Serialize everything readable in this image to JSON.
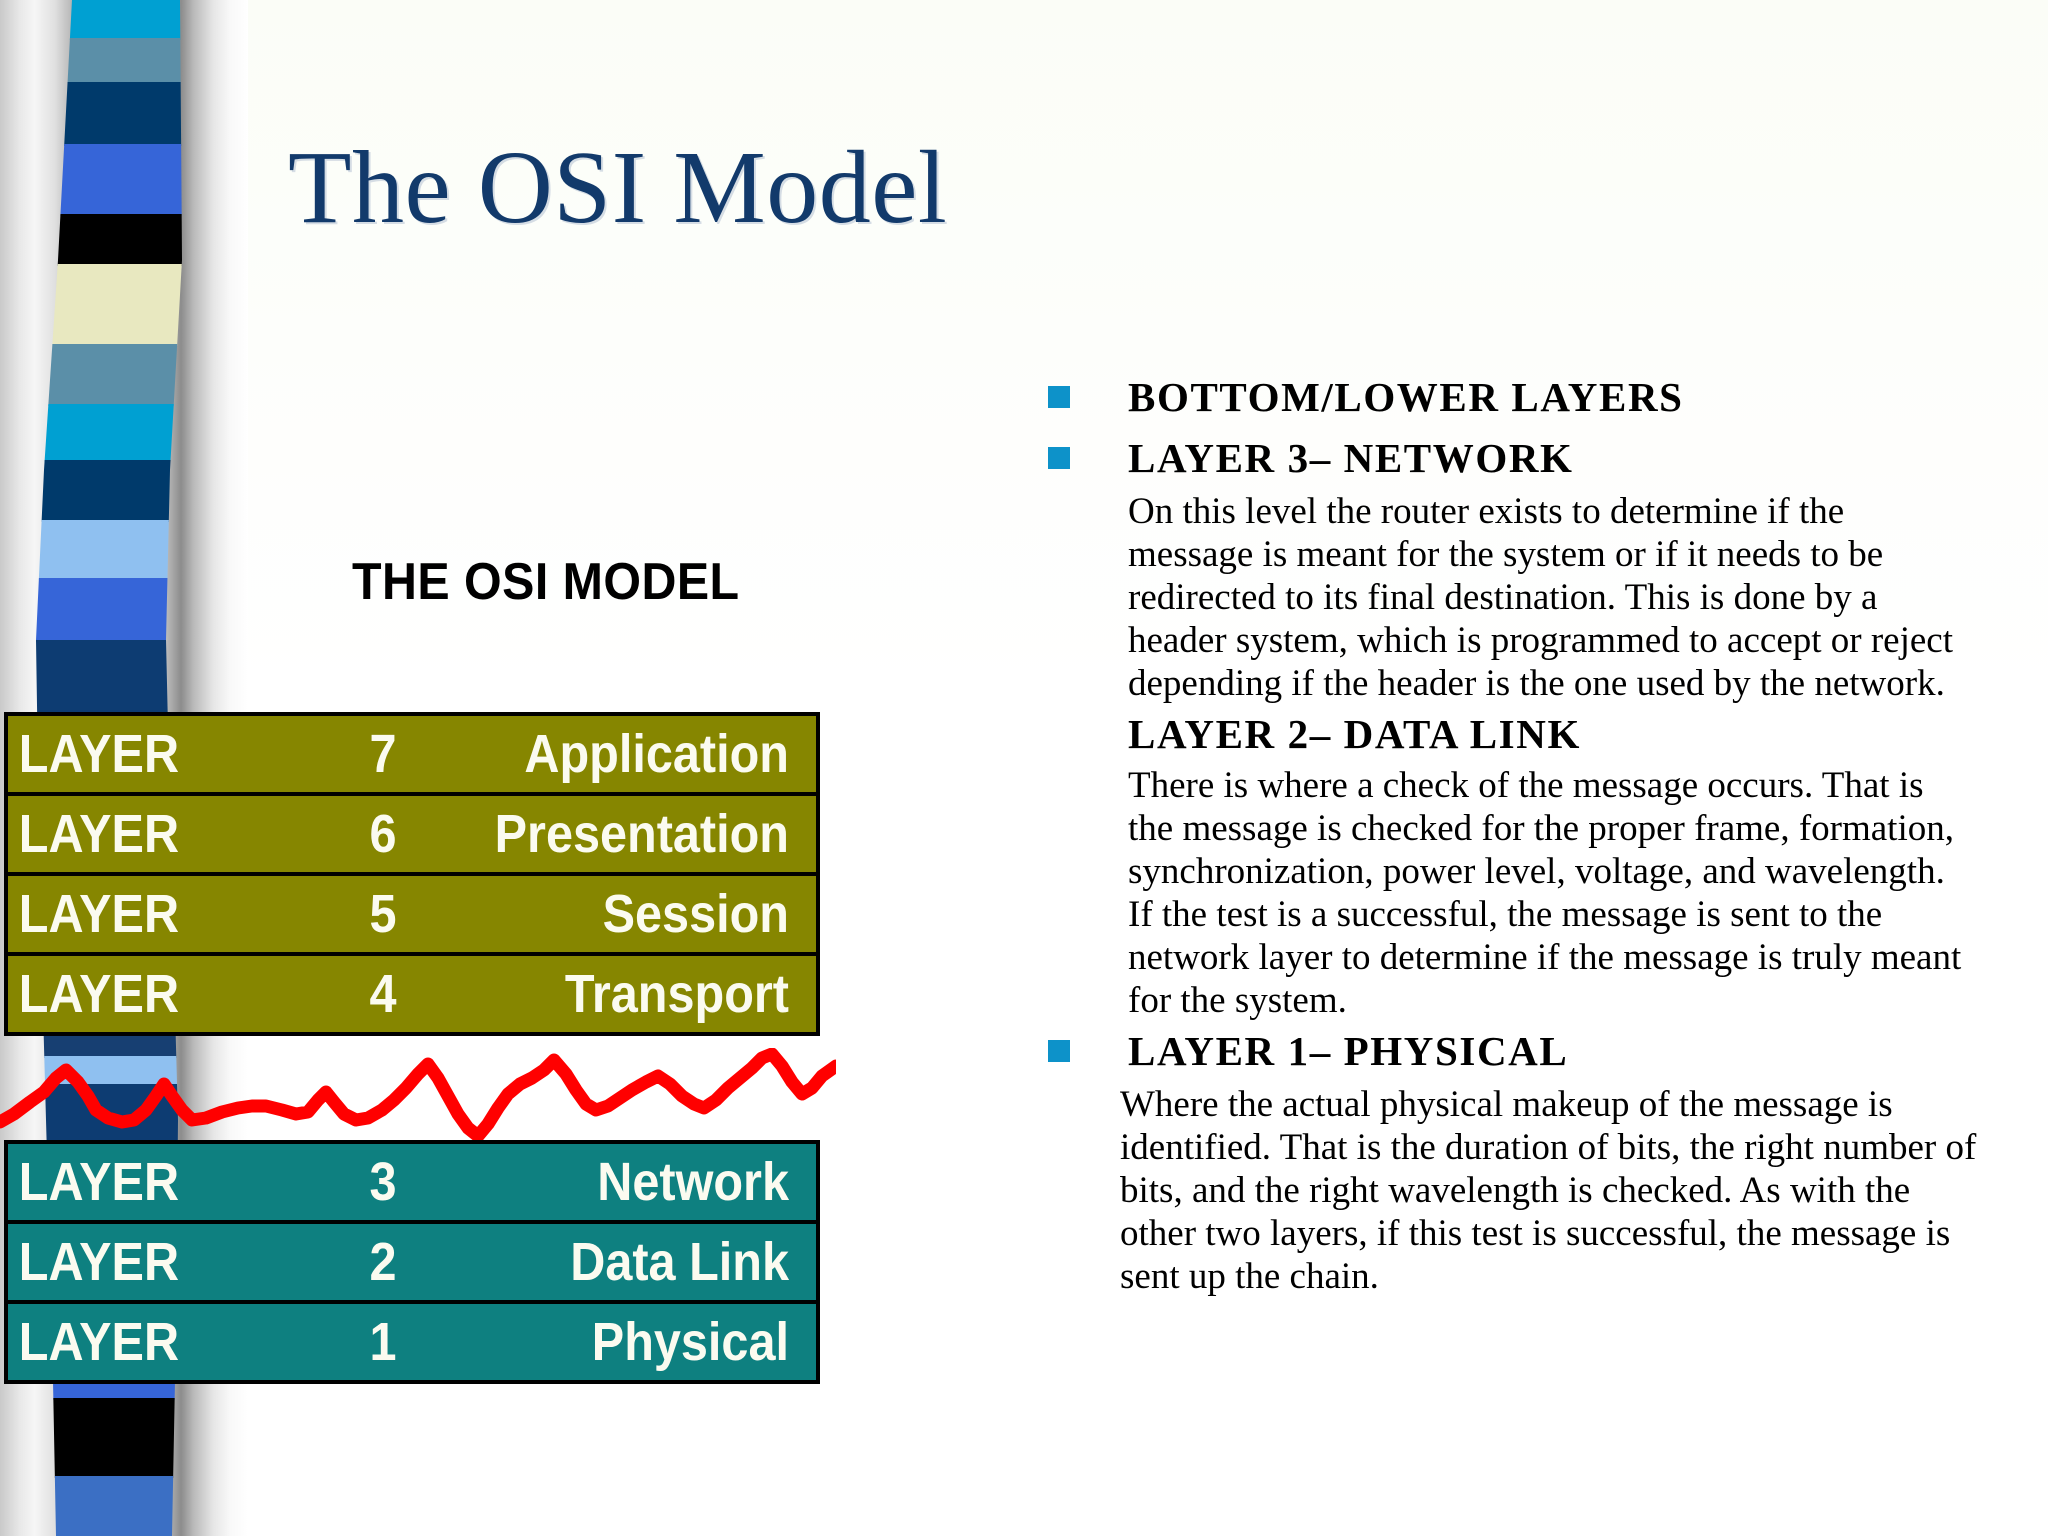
{
  "slide": {
    "title": "The OSI Model",
    "background_color": "#ffffff",
    "title_color": "#123a6b"
  },
  "decoration": {
    "name": "left-color-ribbon",
    "bullet_color": "#0d92c9",
    "squiggle_color": "#ff0000",
    "bands": [
      "#00a0d2",
      "#5b8fa8",
      "#003a6b",
      "#3665d8",
      "#000000",
      "#e8e8c0",
      "#5b8fa8",
      "#00a0d2",
      "#003a6b",
      "#0a3f7a",
      "#8fc0f0",
      "#3665d8",
      "#0d3c72",
      "#8fc0f0",
      "#3665d8",
      "#003a6b",
      "#3665d8",
      "#000000",
      "#3b6fc4"
    ]
  },
  "table": {
    "heading": "THE OSI MODEL",
    "upper_color": "#868600",
    "lower_color": "#0e8080",
    "label_word": "LAYER",
    "upper_rows": [
      {
        "label": "LAYER",
        "number": "7",
        "name": "Application"
      },
      {
        "label": "LAYER",
        "number": "6",
        "name": "Presentation"
      },
      {
        "label": "LAYER",
        "number": "5",
        "name": "Session"
      },
      {
        "label": "LAYER",
        "number": "4",
        "name": "Transport"
      }
    ],
    "lower_rows": [
      {
        "label": "LAYER",
        "number": "3",
        "name": "Network"
      },
      {
        "label": "LAYER",
        "number": "2",
        "name": "Data Link"
      },
      {
        "label": "LAYER",
        "number": "1",
        "name": "Physical"
      }
    ]
  },
  "content": {
    "bullet1": "BOTTOM/LOWER LAYERS",
    "bullet2": "LAYER 3– NETWORK",
    "para_layer3": "On this level the router exists to determine if the message is meant for the system or if it needs to be redirected to its final destination.  This is done by a header system, which is programmed to accept or reject depending if the header is the one used by the network.",
    "head_layer2": "LAYER 2– DATA LINK",
    "para_layer2": " There is where a check of the message occurs.  That is the message is checked for the proper frame, formation, synchronization, power level, voltage, and wavelength.  If the test is a successful, the message is sent to the network layer to determine if the message is truly meant for the system.",
    "bullet3": "LAYER 1– PHYSICAL",
    "para_layer1": "Where the actual physical makeup of the message is identified.  That is the duration of bits, the right number of bits, and the right wavelength is checked.  As with the other two layers, if this test is successful, the message is sent up the chain."
  }
}
